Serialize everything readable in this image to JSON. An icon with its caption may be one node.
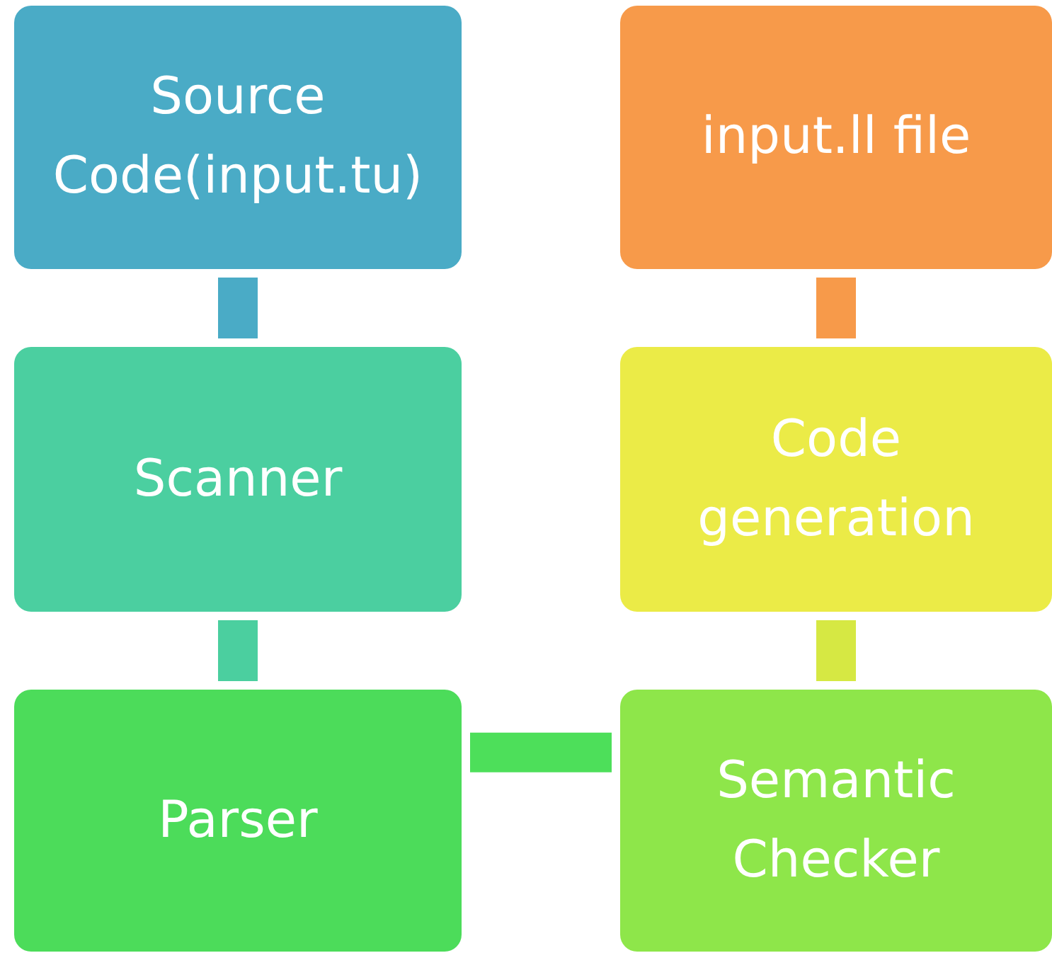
{
  "diagram": {
    "nodes": [
      {
        "text": [
          "Source Code(input.tu)"
        ]
      },
      {
        "text": [
          "Scanner"
        ]
      },
      {
        "text": [
          "Parser"
        ]
      },
      {
        "text": [
          "input.ll file"
        ]
      },
      {
        "text": [
          "Code generation"
        ]
      },
      {
        "text": [
          "Semantic Checker"
        ]
      }
    ],
    "edges": [
      {
        "from": 0,
        "to": 1,
        "arrow": "none",
        "color": "#4aabc6"
      },
      {
        "from": 1,
        "to": 2,
        "arrow": "none",
        "color": "#4bcf9f"
      },
      {
        "from": 2,
        "to": 5,
        "arrow": "none",
        "color": "#4ddf5a"
      },
      {
        "from": 5,
        "to": 4,
        "arrow": "none",
        "color": "#d6e843"
      },
      {
        "from": 4,
        "to": 3,
        "arrow": "none",
        "color": "#f79a4a"
      }
    ]
  }
}
